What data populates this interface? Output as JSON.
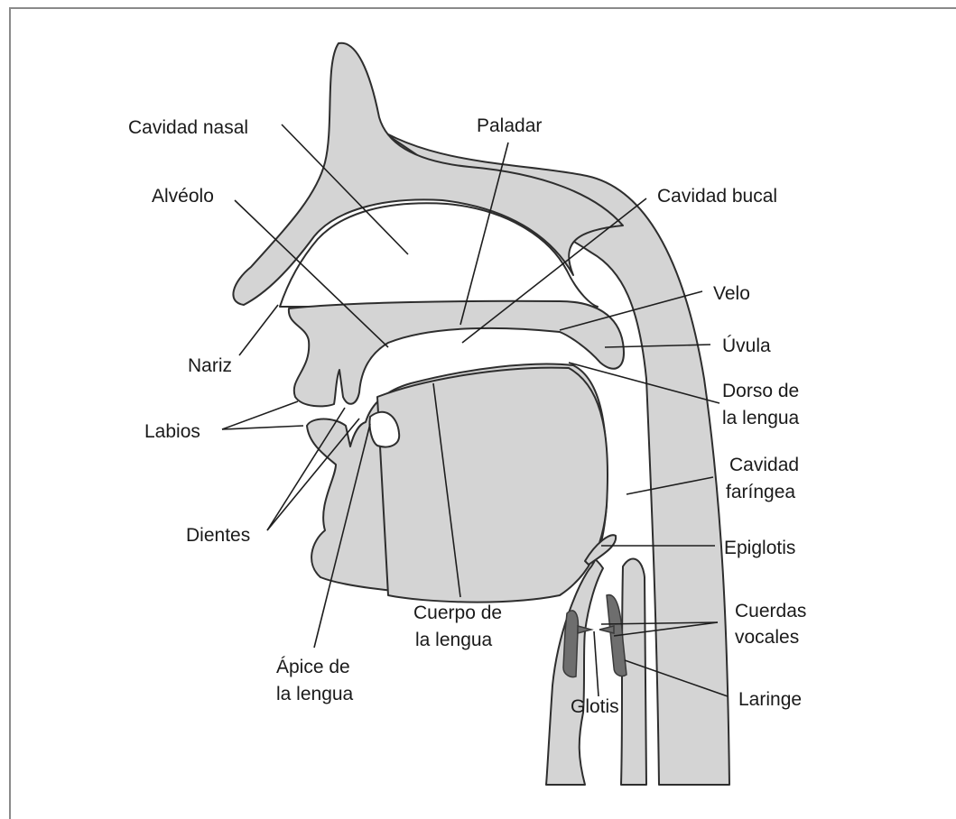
{
  "diagram": {
    "colors": {
      "tissue": "#d4d4d4",
      "outline": "#2e2e2e",
      "cords": "#6e6e6e",
      "background": "#ffffff"
    },
    "labels": {
      "cavidad_nasal": "Cavidad nasal",
      "paladar": "Paladar",
      "alveolo": "Alvéolo",
      "cavidad_bucal": "Cavidad bucal",
      "velo": "Velo",
      "nariz": "Nariz",
      "uvula": "Úvula",
      "dorso_1": "Dorso de",
      "dorso_2": "la lengua",
      "labios": "Labios",
      "cav_faringea_1": "Cavidad",
      "cav_faringea_2": "faríngea",
      "dientes": "Dientes",
      "epiglotis": "Epiglotis",
      "cuerpo_1": "Cuerpo de",
      "cuerpo_2": "la lengua",
      "cuerdas_1": "Cuerdas",
      "cuerdas_2": "vocales",
      "apice_1": "Ápice de",
      "apice_2": "la lengua",
      "glotis": "Glotis",
      "laringe": "Laringe"
    }
  }
}
